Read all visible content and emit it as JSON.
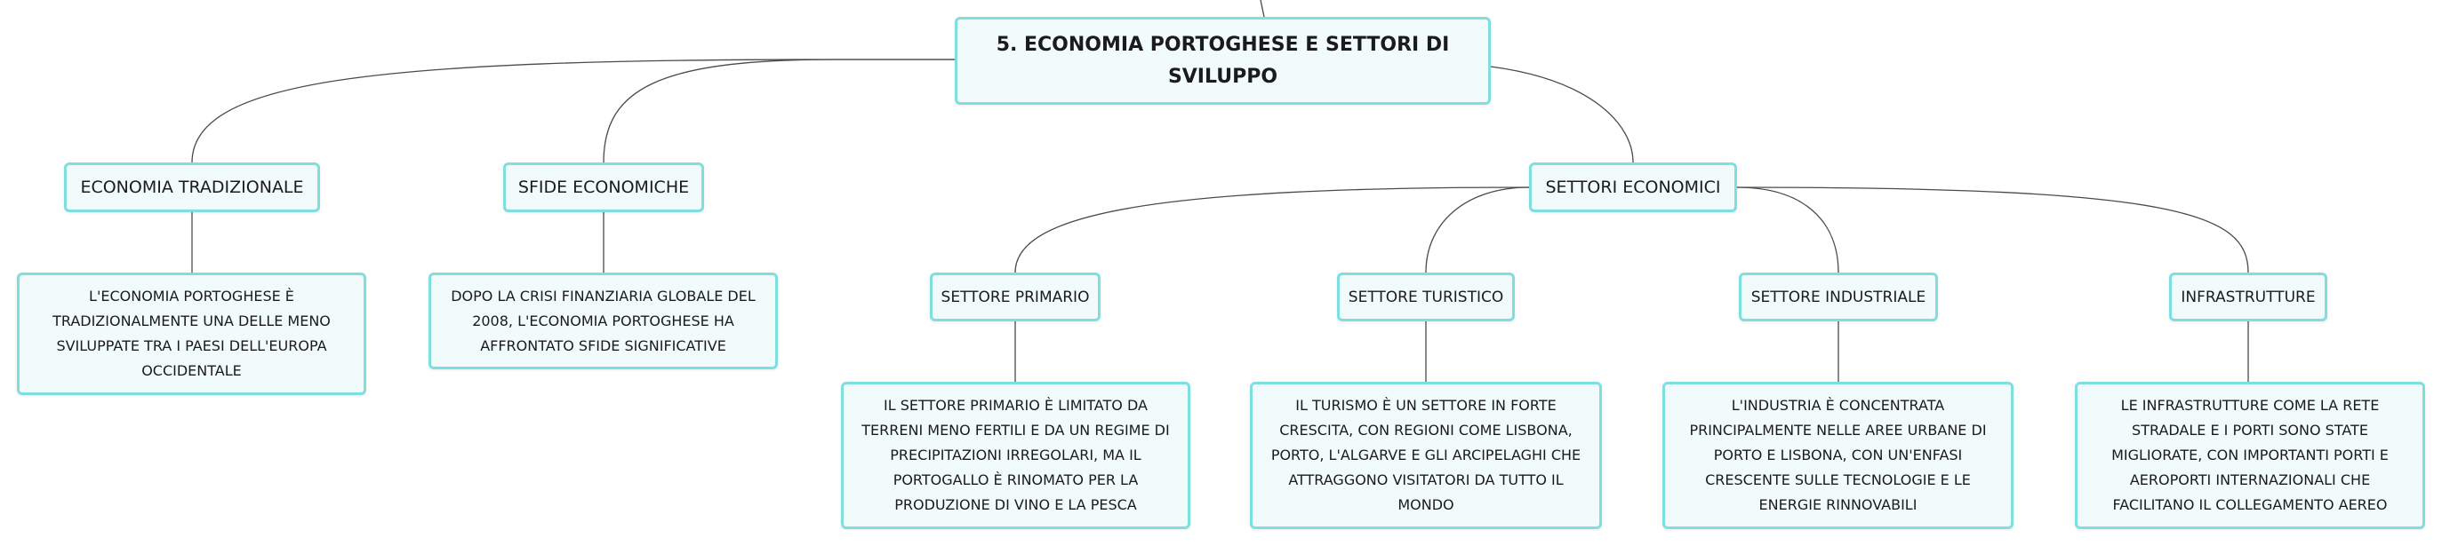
{
  "root": {
    "line1": "5. ECONOMIA PORTOGHESE E SETTORI DI",
    "line2": "SVILUPPO"
  },
  "branches": {
    "economia_tradizionale": {
      "label": "ECONOMIA TRADIZIONALE",
      "detail": [
        "L'ECONOMIA PORTOGHESE È",
        "TRADIZIONALMENTE UNA DELLE MENO",
        "SVILUPPATE TRA I PAESI DELL'EUROPA",
        "OCCIDENTALE"
      ]
    },
    "sfide_economiche": {
      "label": "SFIDE ECONOMICHE",
      "detail": [
        "DOPO LA CRISI FINANZIARIA GLOBALE DEL",
        "2008, L'ECONOMIA PORTOGHESE HA",
        "AFFRONTATO SFIDE SIGNIFICATIVE"
      ]
    },
    "settori_economici": {
      "label": "SETTORI ECONOMICI",
      "children": {
        "primario": {
          "label": "SETTORE PRIMARIO",
          "detail": [
            "IL SETTORE PRIMARIO È LIMITATO DA",
            "TERRENI MENO FERTILI E DA UN REGIME DI",
            "PRECIPITAZIONI IRREGOLARI, MA IL",
            "PORTOGALLO È RINOMATO PER LA",
            "PRODUZIONE DI VINO E LA PESCA"
          ]
        },
        "turistico": {
          "label": "SETTORE TURISTICO",
          "detail": [
            "IL TURISMO È UN SETTORE IN FORTE",
            "CRESCITA, CON REGIONI COME LISBONA,",
            "PORTO, L'ALGARVE E GLI ARCIPELAGHI CHE",
            "ATTRAGGONO VISITATORI DA TUTTO IL",
            "MONDO"
          ]
        },
        "industriale": {
          "label": "SETTORE INDUSTRIALE",
          "detail": [
            "L'INDUSTRIA È CONCENTRATA",
            "PRINCIPALMENTE NELLE AREE URBANE DI",
            "PORTO E LISBONA, CON UN'ENFASI",
            "CRESCENTE SULLE TECNOLOGIE E LE",
            "ENERGIE RINNOVABILI"
          ]
        },
        "infrastrutture": {
          "label": "INFRASTRUTTURE",
          "detail": [
            "LE INFRASTRUTTURE COME LA RETE",
            "STRADALE E I PORTI SONO STATE",
            "MIGLIORATE, CON IMPORTANTI PORTI E",
            "AEROPORTI INTERNAZIONALI CHE",
            "FACILITANO IL COLLEGAMENTO AEREO"
          ]
        }
      }
    }
  }
}
